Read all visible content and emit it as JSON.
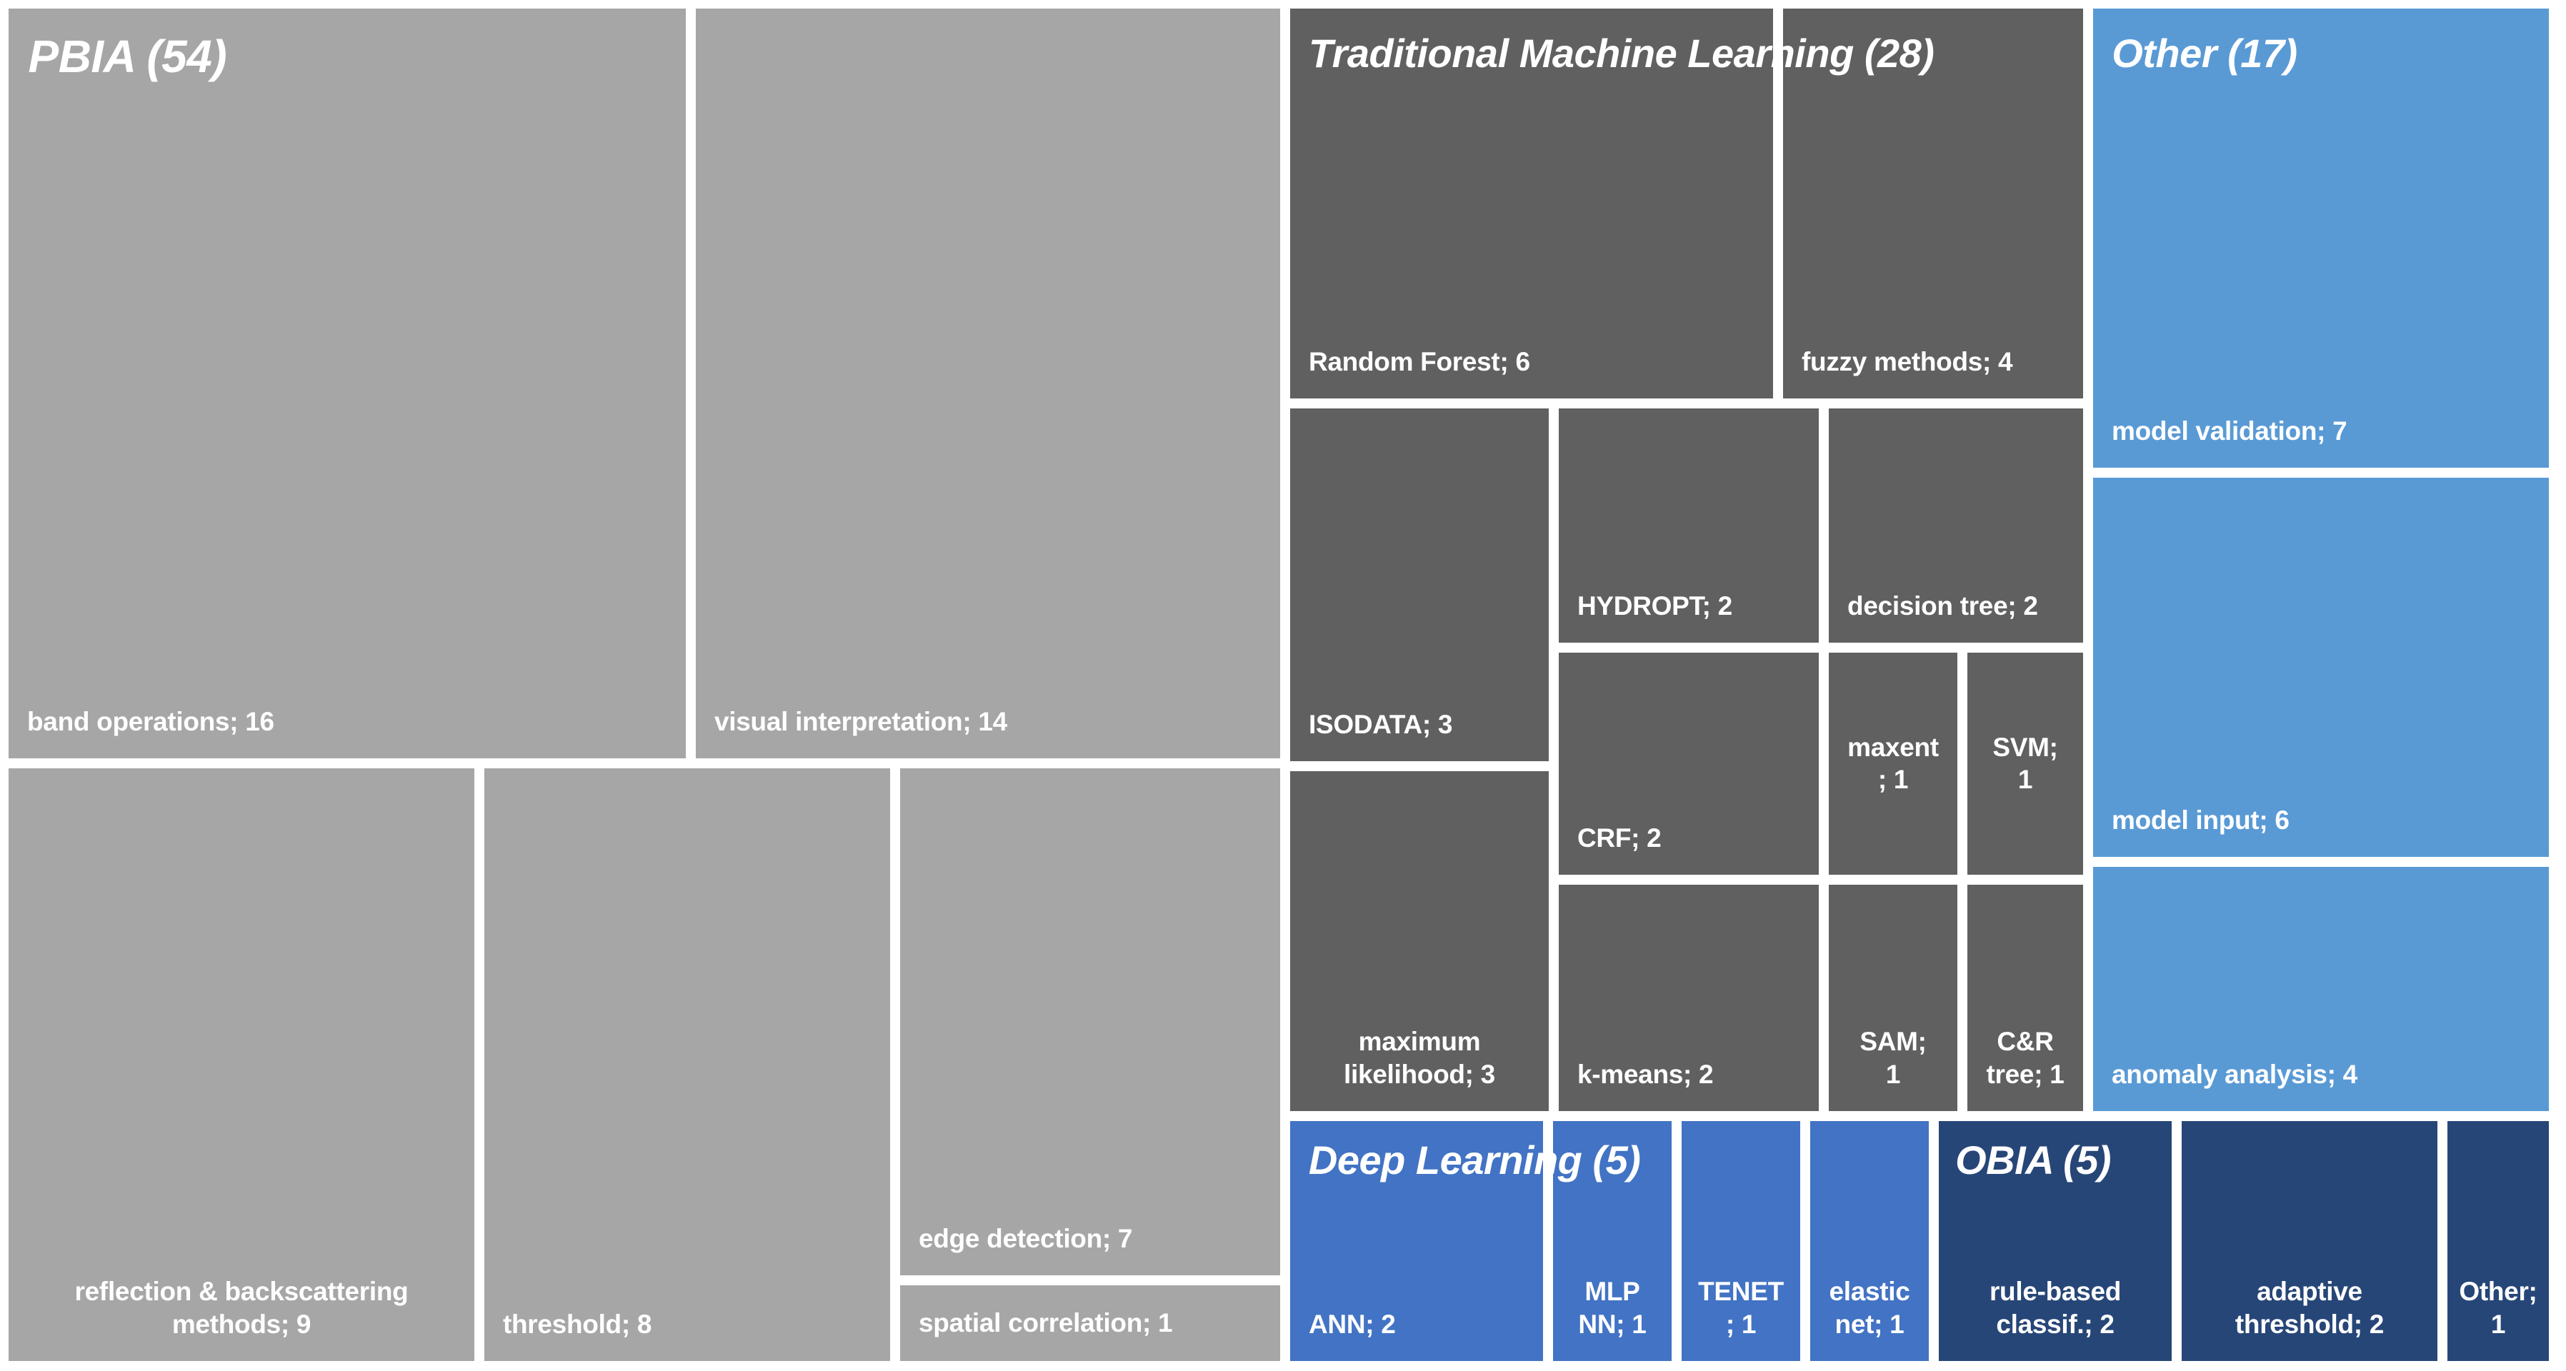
{
  "chart_data": {
    "type": "treemap",
    "title": "",
    "legend_position": "none",
    "label_format": "name; count",
    "groups": [
      {
        "name": "PBIA",
        "label": "PBIA (54)",
        "total": 54,
        "color": "#a6a6a6",
        "title_large": true,
        "title_pos": {
          "x": 1.1,
          "y": 2.2
        },
        "children": [
          {
            "name": "band operations",
            "value": 16,
            "text": "band operations; 16",
            "halign": "left",
            "valign": "bottom",
            "rect": {
              "x": 0.334,
              "y": 0.625,
              "w": 26.392,
              "h": 54.688
            }
          },
          {
            "name": "visual interpretation",
            "value": 14,
            "text": "visual interpretation; 14",
            "halign": "left",
            "valign": "bottom",
            "rect": {
              "x": 27.116,
              "y": 0.625,
              "w": 22.773,
              "h": 54.688
            }
          },
          {
            "name": "reflection & backscattering methods",
            "value": 9,
            "text": "reflection & backscattering\nmethods; 9",
            "halign": "center",
            "valign": "bottom",
            "rect": {
              "x": 0.334,
              "y": 56.042,
              "w": 18.152,
              "h": 43.229
            }
          },
          {
            "name": "threshold",
            "value": 8,
            "text": "threshold; 8",
            "halign": "left",
            "valign": "bottom",
            "rect": {
              "x": 18.875,
              "y": 56.042,
              "w": 15.813,
              "h": 43.229
            }
          },
          {
            "name": "edge detection",
            "value": 7,
            "text": "edge detection; 7",
            "halign": "left",
            "valign": "bottom",
            "rect": {
              "x": 35.078,
              "y": 56.042,
              "w": 14.811,
              "h": 36.979
            }
          },
          {
            "name": "spatial correlation",
            "value": 1,
            "text": "spatial correlation; 1",
            "halign": "left",
            "valign": "center",
            "rect": {
              "x": 35.078,
              "y": 93.75,
              "w": 14.811,
              "h": 5.521
            }
          }
        ]
      },
      {
        "name": "Traditional Machine Learning",
        "label": "Traditional Machine Learning (28)",
        "total": 28,
        "color": "#606060",
        "title_large": false,
        "title_pos": {
          "x": 51.0,
          "y": 2.2
        },
        "children": [
          {
            "name": "Random Forest",
            "value": 6,
            "text": "Random Forest; 6",
            "halign": "left",
            "valign": "bottom",
            "rect": {
              "x": 50.278,
              "y": 0.625,
              "w": 18.819,
              "h": 28.438
            }
          },
          {
            "name": "fuzzy methods",
            "value": 4,
            "text": "fuzzy methods; 4",
            "halign": "left",
            "valign": "bottom",
            "rect": {
              "x": 69.488,
              "y": 0.625,
              "w": 11.693,
              "h": 28.438
            }
          },
          {
            "name": "ISODATA",
            "value": 3,
            "text": "ISODATA; 3",
            "halign": "left",
            "valign": "bottom",
            "rect": {
              "x": 50.278,
              "y": 29.792,
              "w": 10.078,
              "h": 25.729
            }
          },
          {
            "name": "HYDROPT",
            "value": 2,
            "text": "HYDROPT; 2",
            "halign": "left",
            "valign": "bottom",
            "rect": {
              "x": 60.746,
              "y": 29.792,
              "w": 10.134,
              "h": 17.083
            }
          },
          {
            "name": "decision tree",
            "value": 2,
            "text": "decision tree; 2",
            "halign": "left",
            "valign": "bottom",
            "rect": {
              "x": 71.27,
              "y": 29.792,
              "w": 9.911,
              "h": 17.083
            }
          },
          {
            "name": "CRF",
            "value": 2,
            "text": "CRF; 2",
            "halign": "left",
            "valign": "bottom",
            "rect": {
              "x": 60.746,
              "y": 47.604,
              "w": 10.134,
              "h": 16.198
            }
          },
          {
            "name": "maxent",
            "value": 1,
            "text": "maxent\n; 1",
            "halign": "center",
            "valign": "center",
            "rect": {
              "x": 71.27,
              "y": 47.604,
              "w": 5.011,
              "h": 16.198
            }
          },
          {
            "name": "SVM",
            "value": 1,
            "text": "SVM;\n1",
            "halign": "center",
            "valign": "center",
            "rect": {
              "x": 76.671,
              "y": 47.604,
              "w": 4.51,
              "h": 16.198
            }
          },
          {
            "name": "maximum likelihood",
            "value": 3,
            "text": "maximum\nlikelihood; 3",
            "halign": "center",
            "valign": "bottom",
            "rect": {
              "x": 50.278,
              "y": 56.25,
              "w": 10.078,
              "h": 24.792
            }
          },
          {
            "name": "k-means",
            "value": 2,
            "text": "k-means; 2",
            "halign": "left",
            "valign": "bottom",
            "rect": {
              "x": 60.746,
              "y": 64.531,
              "w": 10.134,
              "h": 16.51
            }
          },
          {
            "name": "SAM",
            "value": 1,
            "text": "SAM;\n1",
            "halign": "center",
            "valign": "bottom",
            "rect": {
              "x": 71.27,
              "y": 64.531,
              "w": 5.011,
              "h": 16.51
            }
          },
          {
            "name": "C&R tree",
            "value": 1,
            "text": "C&R\ntree; 1",
            "halign": "center",
            "valign": "bottom",
            "rect": {
              "x": 76.671,
              "y": 64.531,
              "w": 4.51,
              "h": 16.51
            }
          }
        ]
      },
      {
        "name": "Other",
        "label": "Other (17)",
        "total": 17,
        "color": "#599ad5",
        "title_large": false,
        "title_pos": {
          "x": 82.3,
          "y": 2.2
        },
        "children": [
          {
            "name": "model validation",
            "value": 7,
            "text": "model validation; 7",
            "halign": "left",
            "valign": "bottom",
            "rect": {
              "x": 81.57,
              "y": 0.625,
              "w": 17.762,
              "h": 33.49
            }
          },
          {
            "name": "model input",
            "value": 6,
            "text": "model input; 6",
            "halign": "left",
            "valign": "bottom",
            "rect": {
              "x": 81.57,
              "y": 34.844,
              "w": 17.762,
              "h": 27.656
            }
          },
          {
            "name": "anomaly analysis",
            "value": 4,
            "text": "anomaly analysis; 4",
            "halign": "left",
            "valign": "bottom",
            "rect": {
              "x": 81.57,
              "y": 63.229,
              "w": 17.762,
              "h": 17.813
            }
          }
        ]
      },
      {
        "name": "Deep Learning",
        "label": "Deep Learning (5)",
        "total": 5,
        "color": "#4273c4",
        "title_large": false,
        "title_pos": {
          "x": 51.0,
          "y": 82.9
        },
        "children": [
          {
            "name": "ANN",
            "value": 2,
            "text": "ANN; 2",
            "halign": "left",
            "valign": "bottom",
            "rect": {
              "x": 50.278,
              "y": 81.771,
              "w": 9.855,
              "h": 17.5
            }
          },
          {
            "name": "MLP NN",
            "value": 1,
            "text": "MLP\nNN; 1",
            "halign": "center",
            "valign": "bottom",
            "rect": {
              "x": 60.523,
              "y": 81.771,
              "w": 4.621,
              "h": 17.5
            }
          },
          {
            "name": "TENET",
            "value": 1,
            "text": "TENET\n; 1",
            "halign": "center",
            "valign": "bottom",
            "rect": {
              "x": 65.535,
              "y": 81.771,
              "w": 4.621,
              "h": 17.5
            }
          },
          {
            "name": "elastic net",
            "value": 1,
            "text": "elastic\nnet; 1",
            "halign": "center",
            "valign": "bottom",
            "rect": {
              "x": 70.546,
              "y": 81.771,
              "w": 4.621,
              "h": 17.5
            }
          }
        ]
      },
      {
        "name": "OBIA",
        "label": "OBIA (5)",
        "total": 5,
        "color": "#274678",
        "title_large": false,
        "title_pos": {
          "x": 76.2,
          "y": 82.9
        },
        "children": [
          {
            "name": "rule-based classif.",
            "value": 2,
            "text": "rule-based\nclassif.; 2",
            "halign": "center",
            "valign": "bottom",
            "rect": {
              "x": 75.557,
              "y": 81.771,
              "w": 9.076,
              "h": 17.5
            }
          },
          {
            "name": "adaptive threshold",
            "value": 2,
            "text": "adaptive\nthreshold; 2",
            "halign": "center",
            "valign": "bottom",
            "rect": {
              "x": 85.022,
              "y": 81.771,
              "w": 9.966,
              "h": 17.5
            }
          },
          {
            "name": "Other",
            "value": 1,
            "text": "Other;\n1",
            "halign": "center",
            "valign": "bottom",
            "rect": {
              "x": 95.378,
              "y": 81.771,
              "w": 3.953,
              "h": 17.5
            }
          }
        ]
      }
    ]
  }
}
